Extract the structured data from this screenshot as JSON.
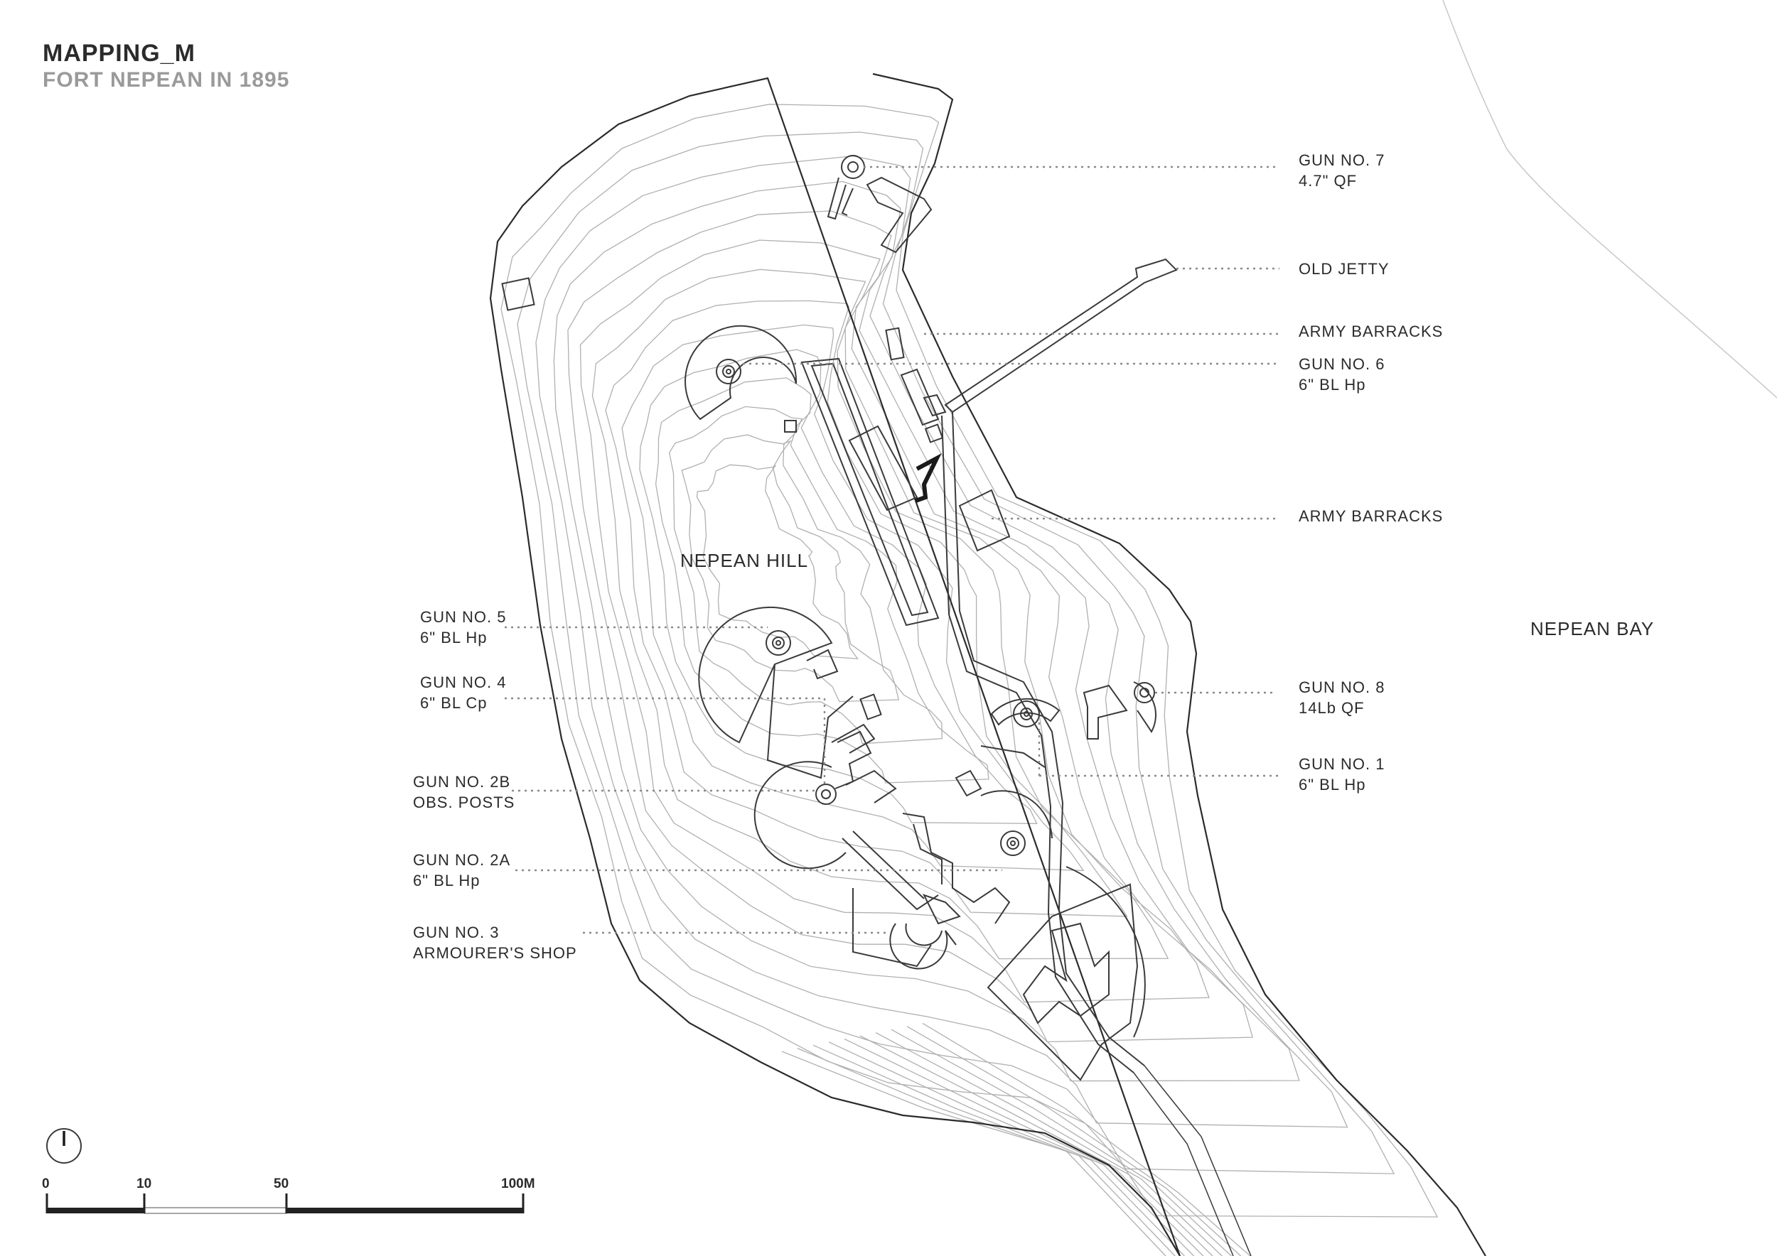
{
  "title": "MAPPING_M",
  "subtitle": "FORT NEPEAN IN 1895",
  "places": {
    "hill": "NEPEAN HILL",
    "bay": "NEPEAN BAY"
  },
  "labels_right": [
    {
      "id": "gun7",
      "line1": "GUN NO. 7",
      "line2": "4.7\" QF"
    },
    {
      "id": "jetty",
      "line1": "OLD JETTY",
      "line2": ""
    },
    {
      "id": "barracks1",
      "line1": "ARMY BARRACKS",
      "line2": ""
    },
    {
      "id": "gun6",
      "line1": "GUN NO. 6",
      "line2": "6\" BL Hp"
    },
    {
      "id": "barracks2",
      "line1": "ARMY BARRACKS",
      "line2": ""
    },
    {
      "id": "gun8",
      "line1": "GUN NO. 8",
      "line2": "14Lb QF"
    },
    {
      "id": "gun1",
      "line1": "GUN NO. 1",
      "line2": "6\" BL Hp"
    }
  ],
  "labels_left": [
    {
      "id": "gun5",
      "line1": "GUN NO. 5",
      "line2": "6\" BL Hp"
    },
    {
      "id": "gun4",
      "line1": "GUN NO. 4",
      "line2": "6\" BL Cp"
    },
    {
      "id": "gun2b",
      "line1": "GUN NO. 2B",
      "line2": "OBS. POSTS"
    },
    {
      "id": "gun2a",
      "line1": "GUN NO. 2A",
      "line2": "6\" BL Hp"
    },
    {
      "id": "gun3",
      "line1": "GUN NO. 3",
      "line2": "ARMOURER'S SHOP"
    }
  ],
  "scale_bar": {
    "ticks": [
      "0",
      "10",
      "50",
      "100M"
    ]
  },
  "icons": {
    "north": "north-arrow-icon"
  },
  "colors": {
    "ink": "#2b2b2b",
    "subtitle": "#9a9a9a",
    "contour": "#a8a8a8",
    "leader": "#8a8a8a"
  }
}
